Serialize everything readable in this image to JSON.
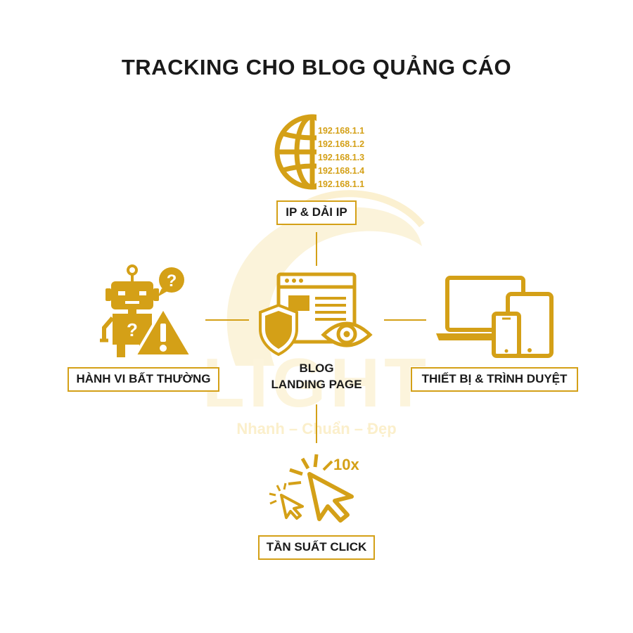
{
  "title": "TRACKING CHO BLOG QUẢNG CÁO",
  "center": {
    "line1": "BLOG",
    "line2": "LANDING PAGE"
  },
  "nodes": {
    "top": {
      "label": "IP & DẢI IP",
      "ips": [
        "192.168.1.1",
        "192.168.1.2",
        "192.168.1.3",
        "192.168.1.4",
        "192.168.1.1"
      ]
    },
    "left": {
      "label": "HÀNH VI BẤT THƯỜNG"
    },
    "right": {
      "label": "THIẾT BỊ & TRÌNH DUYỆT"
    },
    "bottom": {
      "label": "TẦN SUẤT CLICK",
      "count": "10x"
    }
  },
  "watermark": {
    "brand": "LIGHT",
    "slogan": "Nhanh – Chuẩn – Đẹp"
  },
  "colors": {
    "accent": "#D4A017",
    "text": "#1a1a1a",
    "watermark": "#FBF1D2"
  },
  "icons": {
    "top": "globe-icon",
    "left": "robot-warning-icon",
    "right": "devices-icon",
    "bottom": "cursor-click-icon",
    "center": "browser-shield-eye-icon"
  }
}
